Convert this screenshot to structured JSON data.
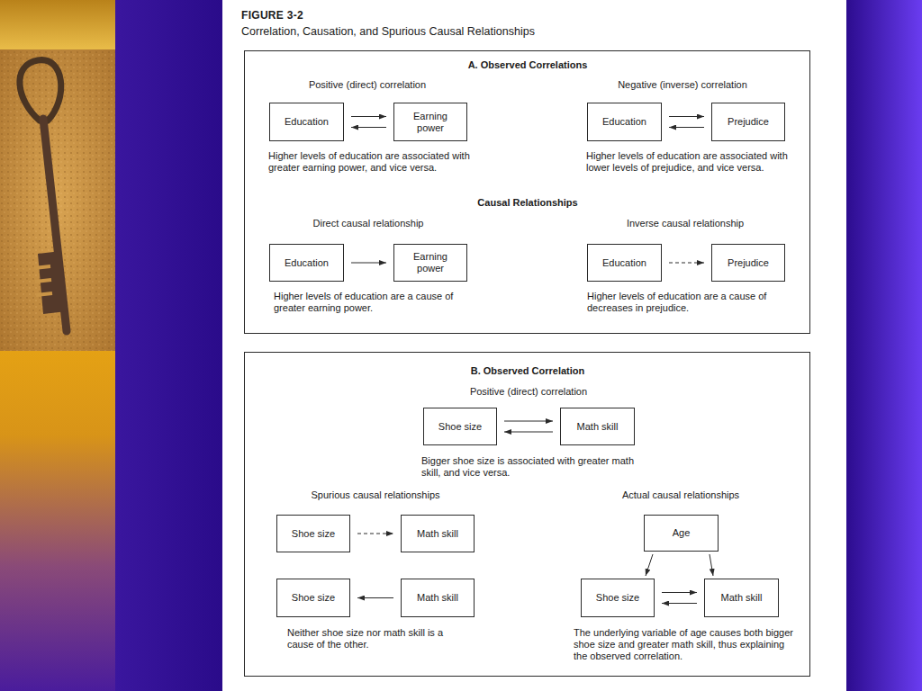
{
  "diagram": {
    "title": "FIGURE 3-2",
    "caption": "Correlation, Causation, and Spurious Causal Relationships",
    "nodes": [
      {
        "text": [
          "A. Observed Correlations",
          "Causal Relationships"
        ]
      },
      {
        "text": [
          "Education"
        ],
        "in": 0
      },
      {
        "text": [
          "Earning power"
        ],
        "in": 0
      },
      {
        "text": [
          "Education"
        ],
        "in": 0
      },
      {
        "text": [
          "Prejudice"
        ],
        "in": 0
      },
      {
        "text": [
          "Education"
        ],
        "in": 0
      },
      {
        "text": [
          "Earning power"
        ],
        "in": 0
      },
      {
        "text": [
          "Education"
        ],
        "in": 0
      },
      {
        "text": [
          "Prejudice"
        ],
        "in": 0
      },
      {
        "text": [
          "B. Observed Correlation"
        ]
      },
      {
        "text": [
          "Shoe size"
        ],
        "in": 9
      },
      {
        "text": [
          "Math skill"
        ],
        "in": 9
      },
      {
        "text": [
          "Shoe size"
        ],
        "in": 9
      },
      {
        "text": [
          "Math skill"
        ],
        "in": 9
      },
      {
        "text": [
          "Shoe size"
        ],
        "in": 9
      },
      {
        "text": [
          "Math skill"
        ],
        "in": 9
      },
      {
        "text": [
          "Age"
        ],
        "in": 9
      },
      {
        "text": [
          "Shoe size"
        ],
        "in": 9
      },
      {
        "text": [
          "Math skill"
        ],
        "in": 9
      }
    ],
    "edges": [
      {
        "from": 1,
        "to": 2,
        "arrow": "to"
      },
      {
        "from": 2,
        "to": 1,
        "arrow": "to"
      },
      {
        "from": 3,
        "to": 4,
        "arrow": "to"
      },
      {
        "from": 4,
        "to": 3,
        "arrow": "to"
      },
      {
        "from": 5,
        "to": 6,
        "arrow": "to"
      },
      {
        "from": 7,
        "to": 8,
        "arrow": "to"
      },
      {
        "from": 10,
        "to": 11,
        "arrow": "to"
      },
      {
        "from": 11,
        "to": 10,
        "arrow": "to"
      },
      {
        "from": 12,
        "to": 13,
        "arrow": "to"
      },
      {
        "from": 15,
        "to": 14,
        "arrow": "to"
      },
      {
        "from": 16,
        "to": 17,
        "arrow": "to"
      },
      {
        "from": 16,
        "to": 18,
        "arrow": "to"
      },
      {
        "from": 17,
        "to": 18,
        "arrow": "to"
      },
      {
        "from": 18,
        "to": 17,
        "arrow": "to"
      }
    ],
    "labels": [
      "Positive (direct) correlation",
      "Negative (inverse) correlation",
      "Higher levels of education are associated with greater earning power, and vice versa.",
      "Higher levels of education are associated with lower levels of prejudice, and vice versa.",
      "Direct causal relationship",
      "Inverse causal relationship",
      "Higher levels of education are a cause of greater earning power.",
      "Higher levels of education are a cause of decreases in prejudice.",
      "Positive (direct) correlation",
      "Bigger shoe size is associated with greater math skill, and vice versa.",
      "Spurious causal relationships",
      "Actual causal relationships",
      "Neither shoe size nor math skill is a cause of the other.",
      "The underlying variable of age causes both bigger shoe size and greater math skill, thus explaining the observed correlation."
    ]
  }
}
